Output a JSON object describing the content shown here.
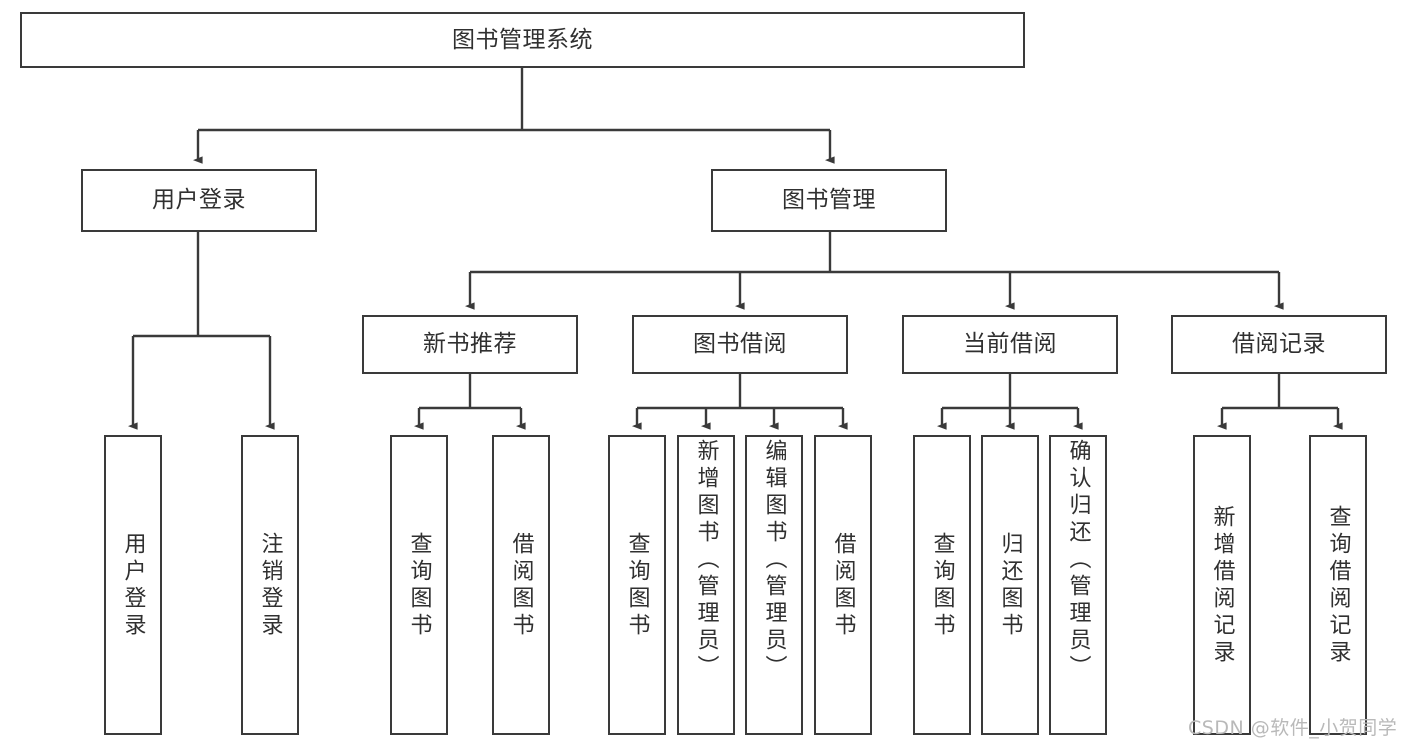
{
  "diagram": {
    "title": "图书管理系统",
    "watermark": "CSDN @软件_小贺同学",
    "line_color": "#3a3a3a",
    "box_fill": "#ffffff",
    "text_color": "#303030",
    "root": {
      "label": "图书管理系统"
    },
    "level2": [
      {
        "label": "用户登录"
      },
      {
        "label": "图书管理"
      }
    ],
    "level3": [
      {
        "label": "新书推荐"
      },
      {
        "label": "图书借阅"
      },
      {
        "label": "当前借阅"
      },
      {
        "label": "借阅记录"
      }
    ],
    "leaves": {
      "user_login": [
        {
          "label": "用户登录"
        },
        {
          "label": "注销登录"
        }
      ],
      "new_book_recommend": [
        {
          "label": "查询图书"
        },
        {
          "label": "借阅图书"
        }
      ],
      "book_borrow": [
        {
          "label": "查询图书"
        },
        {
          "label": "新增图书（管理员）"
        },
        {
          "label": "编辑图书（管理员）"
        },
        {
          "label": "借阅图书"
        }
      ],
      "current_borrow": [
        {
          "label": "查询图书"
        },
        {
          "label": "归还图书"
        },
        {
          "label": "确认归还（管理员）"
        }
      ],
      "borrow_record": [
        {
          "label": "新增借阅记录"
        },
        {
          "label": "查询借阅记录"
        }
      ]
    }
  }
}
